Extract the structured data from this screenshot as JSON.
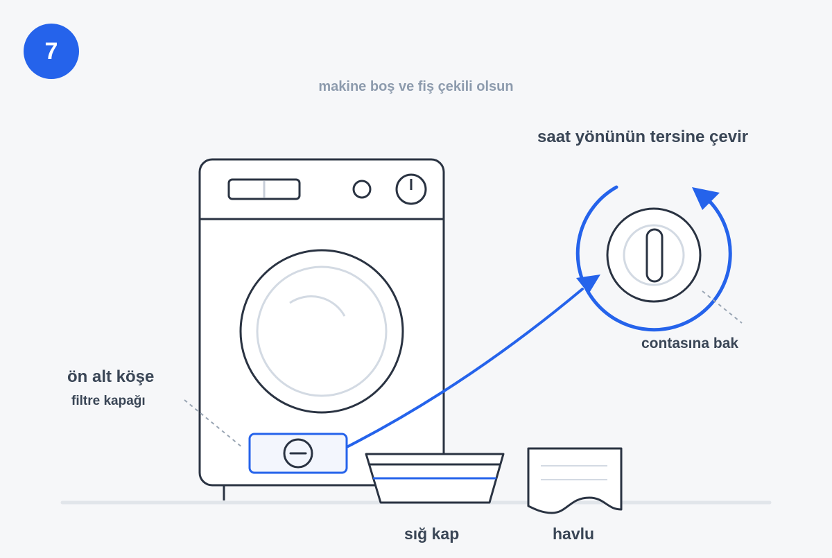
{
  "step": {
    "number": "7"
  },
  "texts": {
    "subtitle": "makine boş ve fiş çekili olsun",
    "rotate_instruction": "saat yönünün tersine çevir",
    "seal_check": "contasına bak",
    "corner_label": "ön alt köşe",
    "filter_label": "filtre kapağı",
    "bowl_label": "sığ kap",
    "towel_label": "havlu"
  },
  "colors": {
    "accent": "#2563eb",
    "line": "#2a3342",
    "muted": "#cfd6df",
    "background": "#f6f7f9"
  },
  "icons": [
    "washing-machine-icon",
    "filter-cap-icon",
    "rotate-ccw-arrow-icon",
    "bowl-icon",
    "towel-icon"
  ]
}
